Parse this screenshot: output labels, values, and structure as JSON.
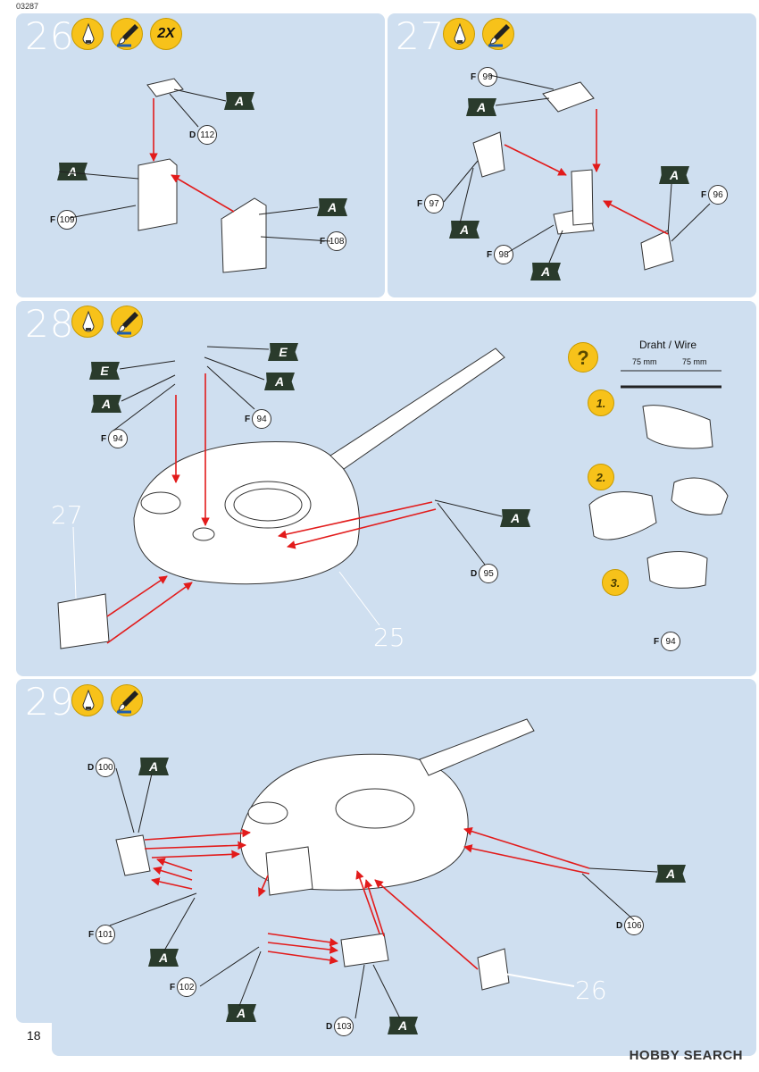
{
  "doc_code": "03287",
  "page_number": "18",
  "watermark": "HOBBY SEARCH",
  "steps": {
    "s26": {
      "number": "26",
      "multiplier": "2X",
      "parts": [
        {
          "letter": "D",
          "num": "112"
        },
        {
          "letter": "F",
          "num": "109"
        },
        {
          "letter": "F",
          "num": "108"
        }
      ]
    },
    "s27": {
      "number": "27",
      "parts": [
        {
          "letter": "F",
          "num": "99"
        },
        {
          "letter": "F",
          "num": "97"
        },
        {
          "letter": "F",
          "num": "98"
        },
        {
          "letter": "F",
          "num": "96"
        }
      ]
    },
    "s28": {
      "number": "28",
      "parts": [
        {
          "letter": "F",
          "num": "94"
        },
        {
          "letter": "F",
          "num": "94"
        },
        {
          "letter": "D",
          "num": "95"
        },
        {
          "letter": "F",
          "num": "94"
        }
      ],
      "subassembly_27": "27",
      "subassembly_25": "25",
      "wire_title": "Draht / Wire",
      "mm_left": "75 mm",
      "mm_right": "75 mm",
      "substeps": [
        "1.",
        "2.",
        "3."
      ]
    },
    "s29": {
      "number": "29",
      "parts": [
        {
          "letter": "D",
          "num": "100"
        },
        {
          "letter": "F",
          "num": "101"
        },
        {
          "letter": "F",
          "num": "102"
        },
        {
          "letter": "D",
          "num": "103"
        },
        {
          "letter": "D",
          "num": "106"
        }
      ],
      "subassembly_26": "26"
    }
  },
  "flags": {
    "a": "A",
    "e": "E"
  },
  "icons": [
    "glue-icon",
    "paint-brush-icon",
    "help-question-icon"
  ],
  "colors": {
    "panel": "#cfdff0",
    "accent": "#f7c21a",
    "arrow": "#e21b1b",
    "flag": "#2a3b2c"
  }
}
